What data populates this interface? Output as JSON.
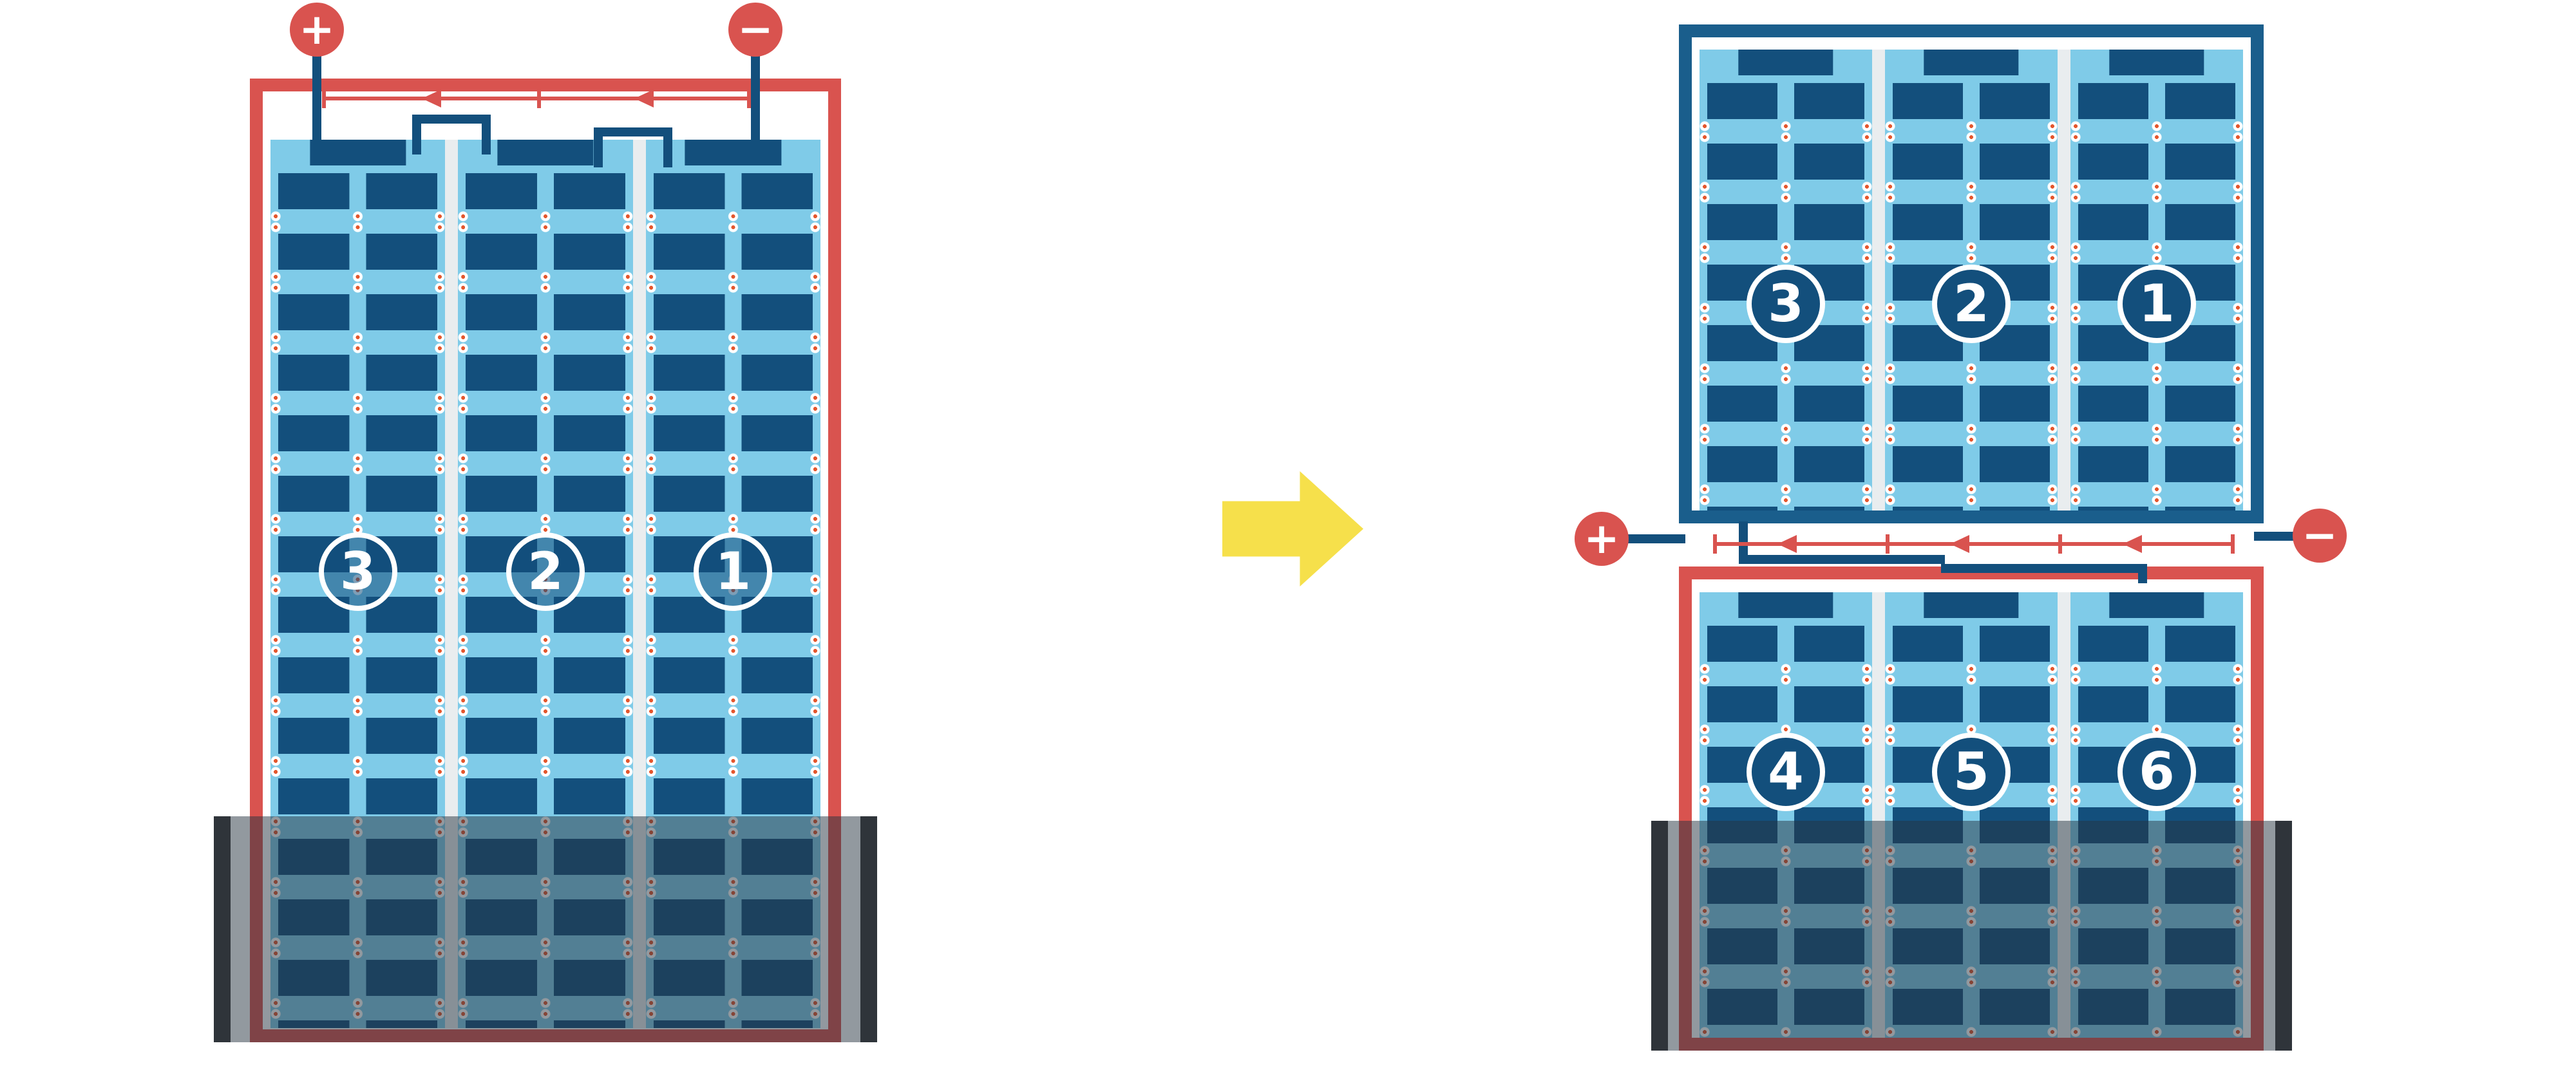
{
  "figure": {
    "left_assembly": {
      "terminals": {
        "plus": "+",
        "minus": "−"
      },
      "panels": [
        {
          "label": "3"
        },
        {
          "label": "2"
        },
        {
          "label": "1"
        }
      ]
    },
    "right_assembly": {
      "terminals": {
        "plus": "+",
        "minus": "−"
      },
      "top_panels": [
        {
          "label": "3"
        },
        {
          "label": "2"
        },
        {
          "label": "1"
        }
      ],
      "bottom_panels": [
        {
          "label": "4"
        },
        {
          "label": "5"
        },
        {
          "label": "6"
        }
      ]
    },
    "colors": {
      "panel_light_blue": "#7FCBE8",
      "cell_navy": "#134F7C",
      "frame_red": "#D9534F",
      "frame_navy": "#1A5E8C",
      "terminal_red": "#D9534F",
      "arrow_yellow": "#F6E04B",
      "solder_dot_orange": "#E4572E",
      "rail_overlay": "rgba(38,52,63,0.5)",
      "rail_endcap": "#2F343A",
      "background": "#FFFFFF"
    }
  }
}
